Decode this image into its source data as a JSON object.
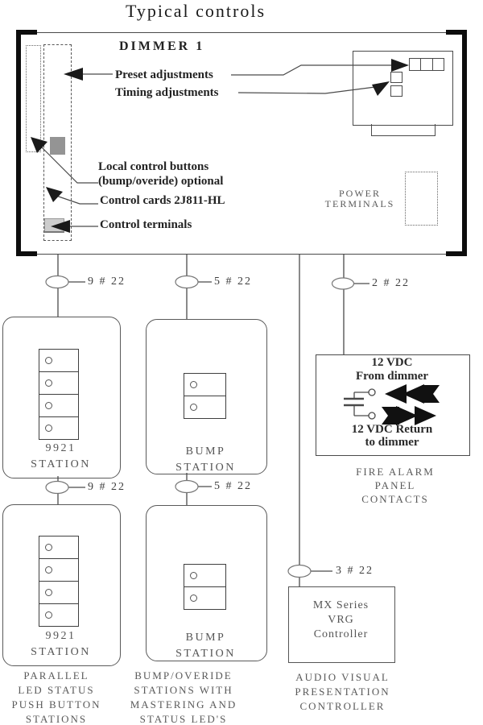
{
  "title": "Typical controls",
  "dimmer": {
    "label": "DIMMER 1",
    "annotations": {
      "preset": "Preset adjustments",
      "timing": "Timing adjustments",
      "local_line1": "Local control buttons",
      "local_line2": "(bump/overide) optional",
      "cards": "Control cards 2J811-HL",
      "terminals": "Control terminals"
    },
    "power_terminals": [
      "POWER",
      "TERMINALS"
    ]
  },
  "wire_labels": {
    "row1_left": "9 # 22",
    "row1_mid": "5 # 22",
    "row1_right": "2 # 22",
    "row2_left": "9 # 22",
    "row2_mid": "5 # 22",
    "controller": "3 # 22"
  },
  "stations": {
    "led1": [
      "9921",
      "STATION"
    ],
    "bump1": [
      "BUMP",
      "STATION"
    ],
    "led2": [
      "9921",
      "STATION"
    ],
    "bump2": [
      "BUMP",
      "STATION"
    ]
  },
  "fire_alarm": {
    "from_line1": "12 VDC",
    "from_line2": "From dimmer",
    "return_line1": "12 VDC Return",
    "return_line2": "to dimmer",
    "caption": [
      "FIRE ALARM",
      "PANEL",
      "CONTACTS"
    ]
  },
  "av_controller": {
    "box": [
      "MX Series",
      "VRG",
      "Controller"
    ],
    "caption": [
      "AUDIO VISUAL",
      "PRESENTATION",
      "CONTROLLER"
    ]
  },
  "bottom_captions": {
    "left": [
      "PARALLEL",
      "LED STATUS",
      "PUSH BUTTON",
      "STATIONS"
    ],
    "middle": [
      "BUMP/OVERIDE",
      "STATIONS WITH",
      "MASTERING AND",
      "STATUS LED'S"
    ]
  },
  "colors": {
    "line": "#4a4a4a",
    "label_text": "#222222",
    "caption_text": "#5a5a5a",
    "block_dark": "#949494",
    "block_light": "#cdcdcd"
  }
}
